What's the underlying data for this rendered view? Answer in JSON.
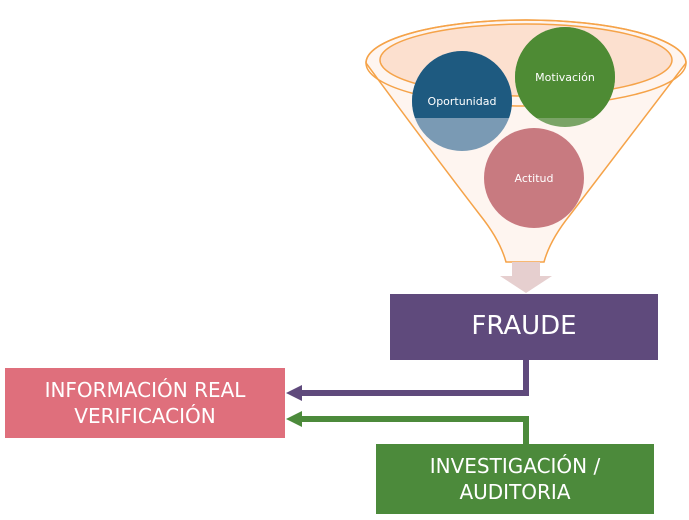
{
  "colors": {
    "funnel_fill": "#fde4d6",
    "funnel_stroke": "#f5a349",
    "oportunidad": "#1e5a80",
    "motivacion": "#4e8b34",
    "actitud": "#c87a80",
    "down_arrow": "#e6cfcf",
    "fraude_box": "#5f4a7c",
    "info_box": "#df6f7c",
    "invest_box": "#4c8a3b",
    "purple_arrow": "#5f4a7c",
    "green_arrow": "#4c8a3b"
  },
  "funnel": {
    "circles": {
      "oportunidad": "Oportunidad",
      "motivacion": "Motivación",
      "actitud": "Actitud"
    }
  },
  "boxes": {
    "fraude": "FRAUDE",
    "info": [
      "INFORMACIÓN REAL",
      "VERIFICACIÓN"
    ],
    "invest": [
      "INVESTIGACIÓN /",
      "AUDITORIA"
    ]
  }
}
